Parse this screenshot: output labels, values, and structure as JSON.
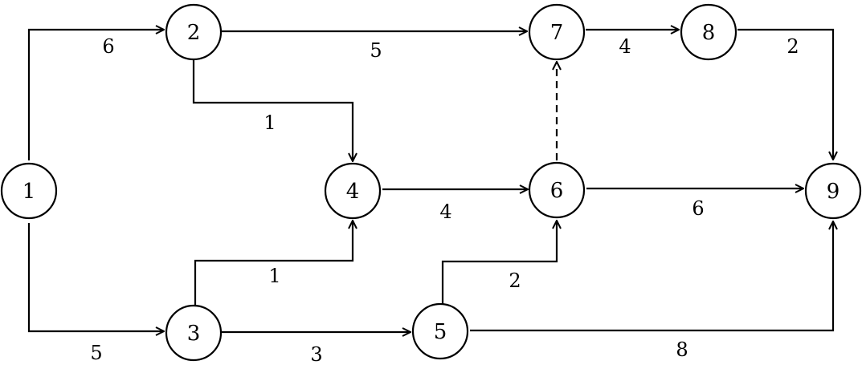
{
  "network": {
    "nodes": [
      {
        "id": "1",
        "label": "1"
      },
      {
        "id": "2",
        "label": "2"
      },
      {
        "id": "3",
        "label": "3"
      },
      {
        "id": "4",
        "label": "4"
      },
      {
        "id": "5",
        "label": "5"
      },
      {
        "id": "6",
        "label": "6"
      },
      {
        "id": "7",
        "label": "7"
      },
      {
        "id": "8",
        "label": "8"
      },
      {
        "id": "9",
        "label": "9"
      }
    ],
    "edges": [
      {
        "from": "1",
        "to": "2",
        "duration": "6",
        "style": "solid"
      },
      {
        "from": "1",
        "to": "3",
        "duration": "5",
        "style": "solid"
      },
      {
        "from": "2",
        "to": "7",
        "duration": "5",
        "style": "solid"
      },
      {
        "from": "2",
        "to": "4",
        "duration": "1",
        "style": "solid"
      },
      {
        "from": "3",
        "to": "4",
        "duration": "1",
        "style": "solid"
      },
      {
        "from": "3",
        "to": "5",
        "duration": "3",
        "style": "solid"
      },
      {
        "from": "4",
        "to": "6",
        "duration": "4",
        "style": "solid"
      },
      {
        "from": "5",
        "to": "6",
        "duration": "2",
        "style": "solid"
      },
      {
        "from": "5",
        "to": "9",
        "duration": "8",
        "style": "solid"
      },
      {
        "from": "6",
        "to": "7",
        "duration": "",
        "style": "dashed"
      },
      {
        "from": "6",
        "to": "9",
        "duration": "6",
        "style": "solid"
      },
      {
        "from": "7",
        "to": "8",
        "duration": "4",
        "style": "solid"
      },
      {
        "from": "8",
        "to": "9",
        "duration": "2",
        "style": "solid"
      }
    ]
  }
}
